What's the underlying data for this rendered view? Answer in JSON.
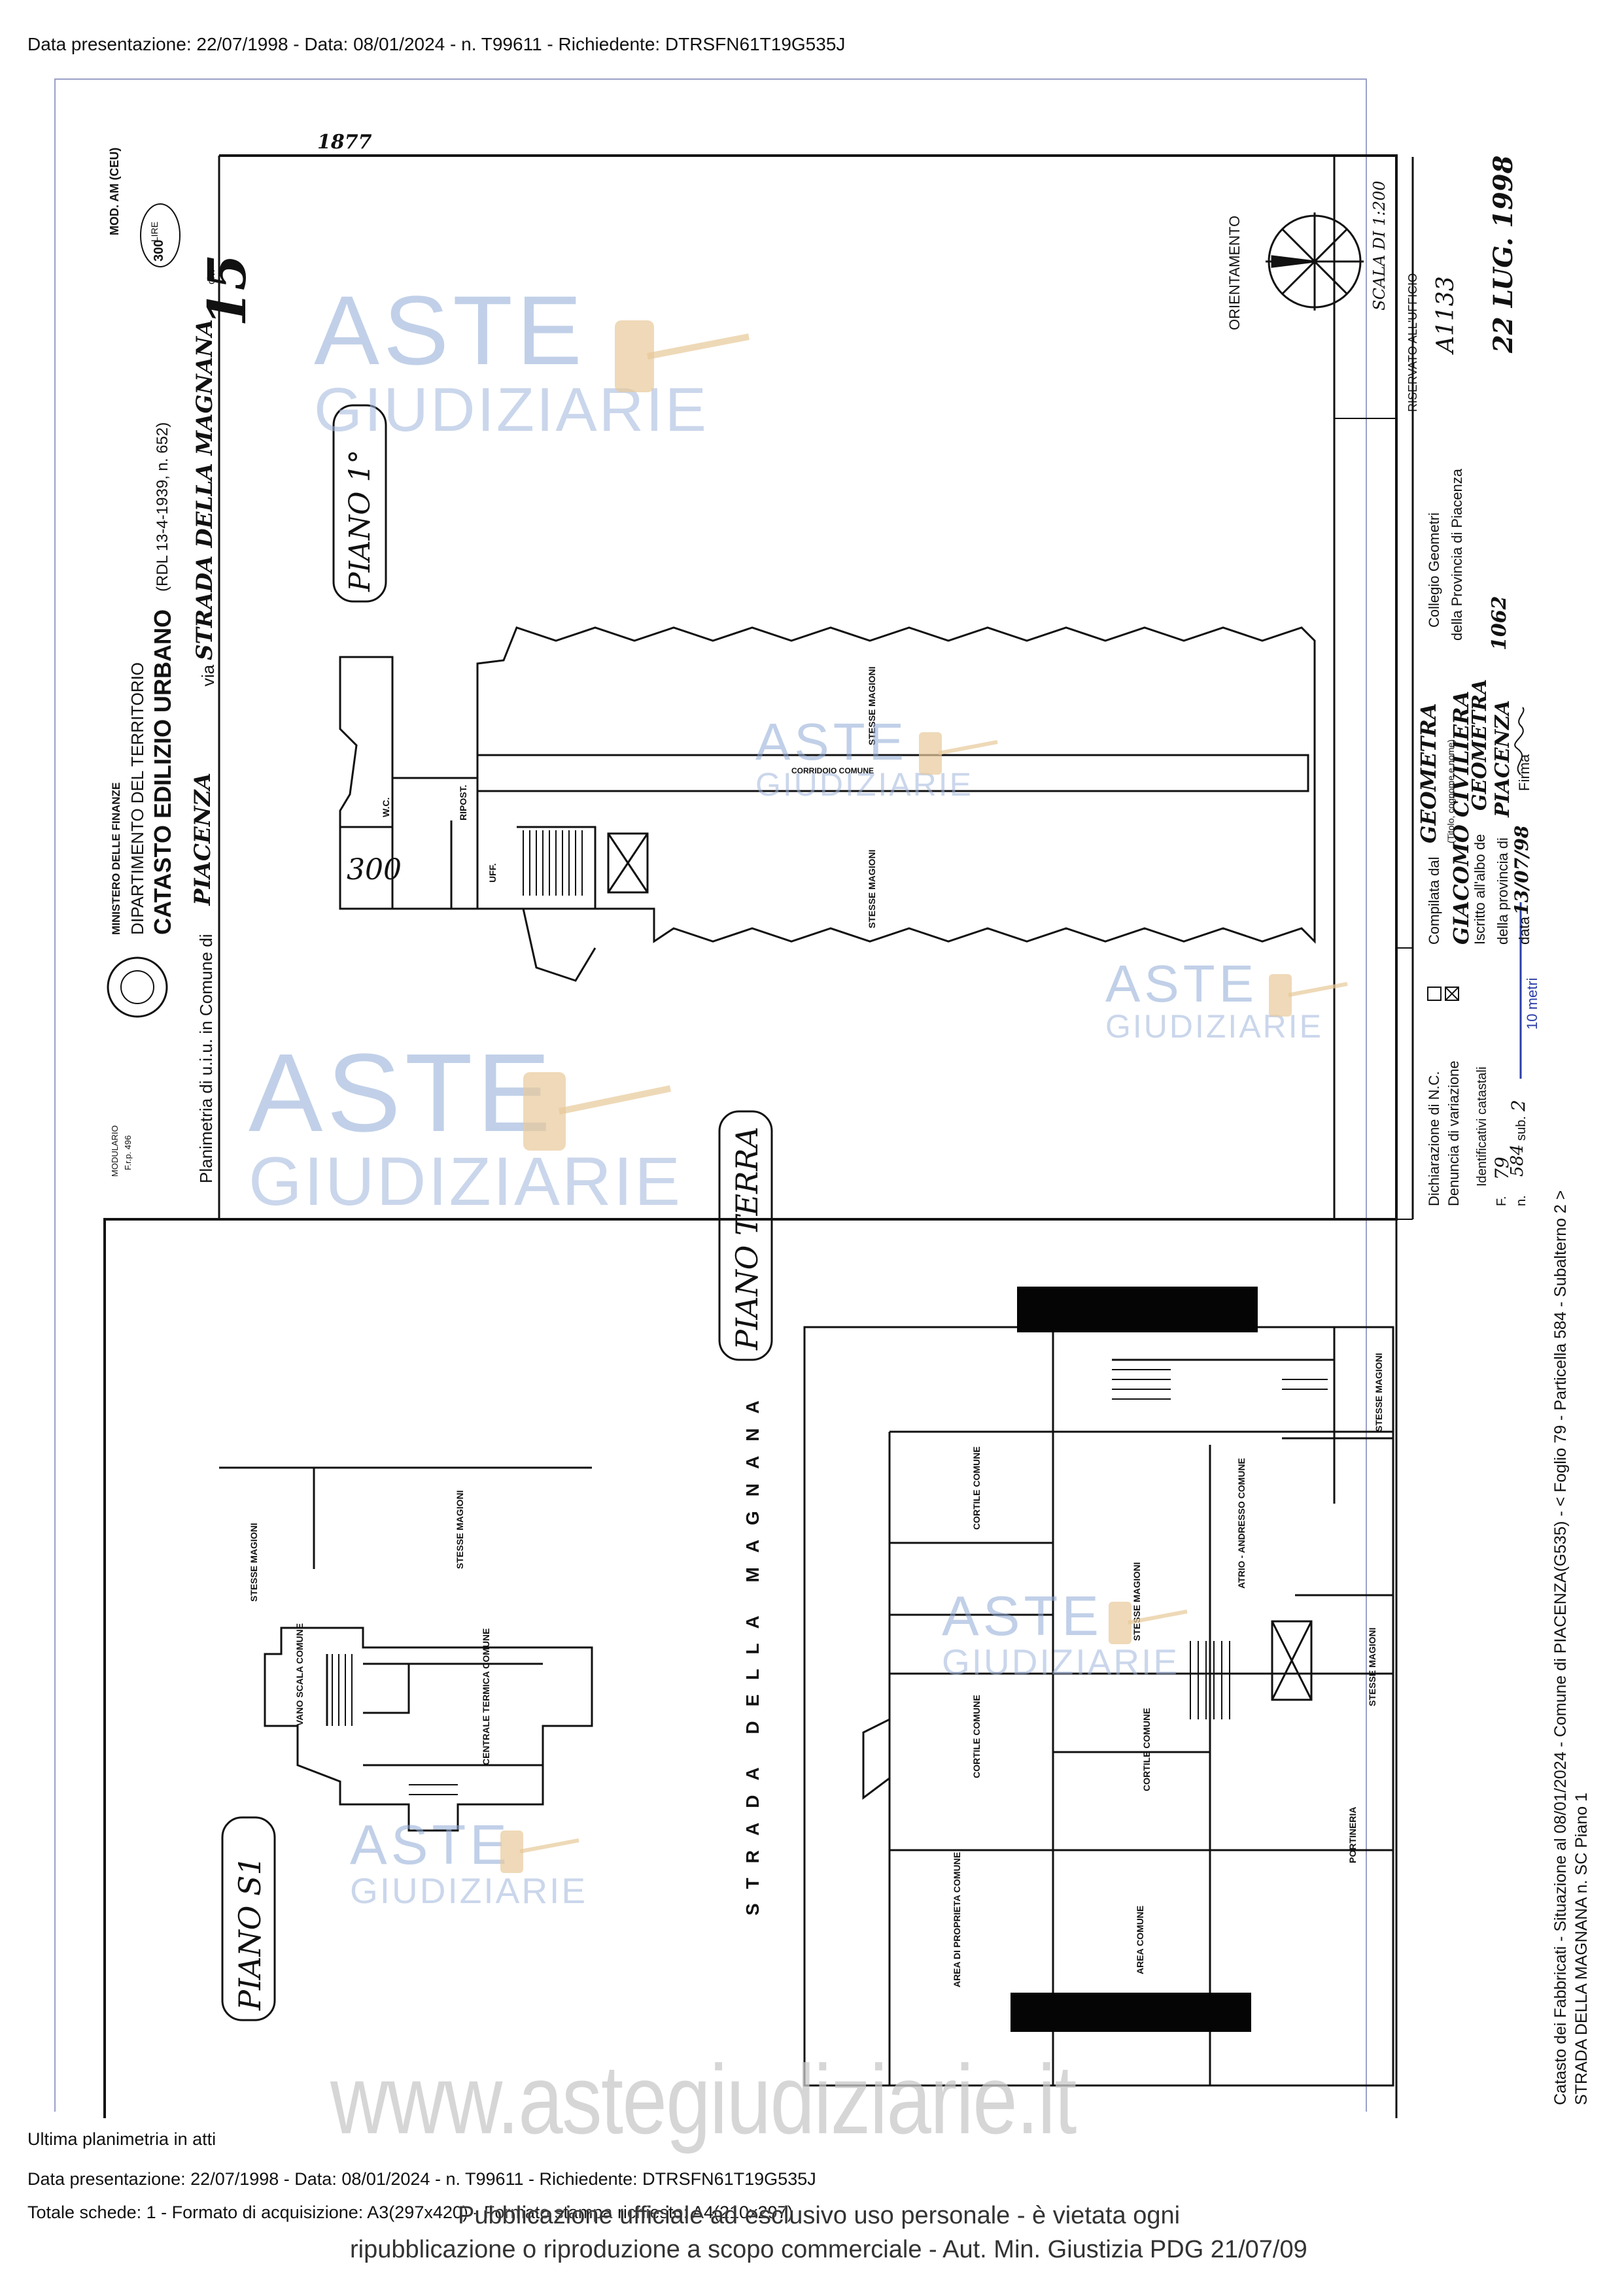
{
  "header": {
    "line": "Data presentazione: 22/07/1998 - Data: 08/01/2024 - n. T99611 - Richiedente: DTRSFN61T19G535J"
  },
  "form": {
    "model": "MOD. AM (CEU)",
    "price_label": "LIRE",
    "price_value": "300",
    "handwritten_number": "1877",
    "civ_number": "15",
    "civ_label": "civ.",
    "ministry": "MINISTERO DELLE FINANZE",
    "department": "DIPARTIMENTO DEL TERRITORIO",
    "catasto": "CATASTO EDILIZIO URBANO",
    "law": "(RDL 13-4-1939, n. 652)",
    "planimetry": "Planimetria di u.i.u. in Comune di",
    "comune": "PIACENZA",
    "via_label": "via",
    "via_value": "STRADA DELLA MAGNANA",
    "modulario": "MODULARIO",
    "modulario_code": "F.r.p. 496",
    "orientation": "ORIENTAMENTO",
    "scale": "SCALA DI 1:200",
    "reserved": "RISERVATO ALL'UFFICIO",
    "office_mark": "A1133",
    "office_date": "22 LUG. 1998"
  },
  "floors": {
    "first": "PIANO 1°",
    "ground": "PIANO TERRA",
    "basement": "PIANO S1",
    "unit_label": "300",
    "street": "STRADA DELLA MAGNANA"
  },
  "rooms": {
    "stesse_ditte_1": "STESSE MAGIONI",
    "stesse_ditte_2": "STESSE MAGIONI",
    "corridoio": "CORRIDOIO COMUNE",
    "wc": "W.C.",
    "ripost": "RIPOST.",
    "uff": "UFF.",
    "cortile": "CORTILE COMUNE",
    "cortile2": "CORTILE COMUNE",
    "androne": "ATRIO - ANDRESSO COMUNE",
    "area_proprieta": "AREA DI PROPRIETA COMUNE",
    "area_comune": "AREA COMUNE",
    "portineria": "PORTINERIA",
    "vano_scala": "VANO SCALA COMUNE",
    "centrale": "CENTRALE TERMICA COMUNE"
  },
  "compiler": {
    "dichiarazione": "Dichiarazione di N.C.",
    "denuncia": "Denuncia di variazione",
    "identificativi": "Identificativi catastali",
    "foglio_label": "F.",
    "foglio": "79",
    "numero_label": "n.",
    "numero": "584",
    "sub_label": "sub.",
    "sub": "2",
    "compilata_label": "Compilata dal",
    "compilata_value": "GEOMETRA",
    "collegio": "Collegio Geometri",
    "nome_hint": "(Titolo, cognome e nome)",
    "nome": "GIACOMO CIVILIERA",
    "provincia_collegio": "della Provincia di Piacenza",
    "albo_label": "Iscritto all'albo de",
    "albo_value": "GEOMETRA",
    "albo_n": "1062",
    "provincia_label": "della provincia di",
    "provincia_value": "PIACENZA",
    "data_label": "data",
    "data_value": "13/07/98",
    "firma_label": "Firma"
  },
  "side": {
    "line1": "Catasto dei Fabbricati - Situazione al 08/01/2024 - Comune di PIACENZA(G535) - < Foglio 79 - Particella 584 - Subalterno 2 >",
    "line2": "STRADA DELLA MAGNANA n. SC Piano 1",
    "scale_note": "10 metri"
  },
  "watermark": {
    "brand": "ASTE",
    "brand_sub": "GIUDIZIARIE",
    "url": "www.astegiudiziarie.it",
    "notice1": "Pubblicazione ufficiale ad esclusivo uso personale - è vietata ogni",
    "notice2": "ripubblicazione o riproduzione a scopo commerciale - Aut. Min. Giustizia PDG 21/07/09"
  },
  "footer": {
    "ultima": "Ultima planimetria in atti",
    "line1": "Data presentazione: 22/07/1998 - Data: 08/01/2024 - n. T99611 - Richiedente: DTRSFN61T19G535J",
    "line2": "Totale schede: 1 - Formato di acquisizione: A3(297x420) - Formato stampa richiesto: A4(210x297)"
  }
}
